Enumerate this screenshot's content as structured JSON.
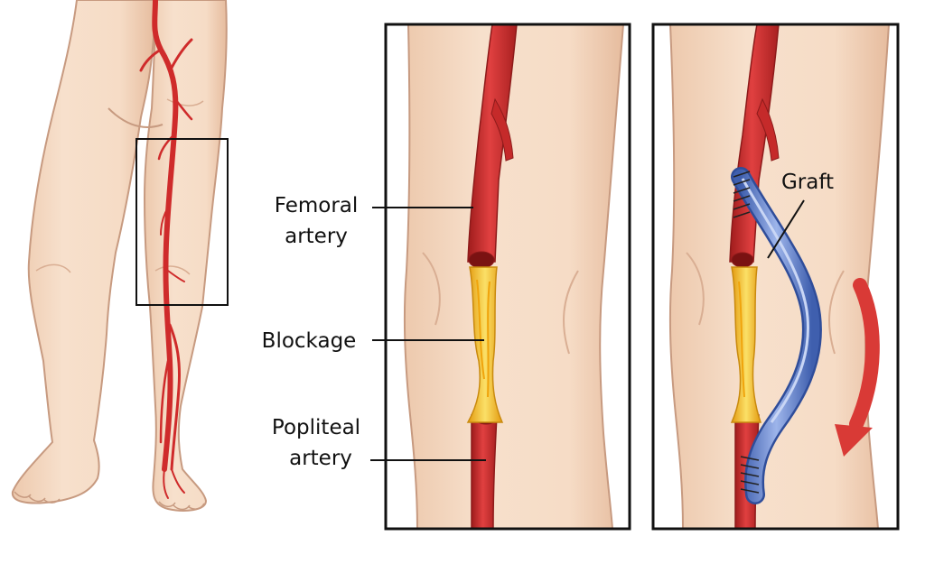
{
  "labels": {
    "femoral_line1": "Femoral",
    "femoral_line2": "artery",
    "blockage": "Blockage",
    "popliteal_line1": "Popliteal",
    "popliteal_line2": "artery",
    "graft": "Graft"
  },
  "colors": {
    "skin": "#f6dcc6",
    "skin_shadow": "#e8bd9f",
    "skin_outline": "#c79a80",
    "artery": "#d22f2f",
    "artery_dark": "#a01d1d",
    "plaque": "#f3b21c",
    "plaque_light": "#fbe067",
    "graft": "#6f8fd6",
    "graft_dark": "#3c5aa8",
    "arrow": "#d93a36",
    "frame": "#111111"
  },
  "icons": {
    "flow_arrow": "curved-arrow-down-icon",
    "sutures": "suture-stitches-icon"
  }
}
